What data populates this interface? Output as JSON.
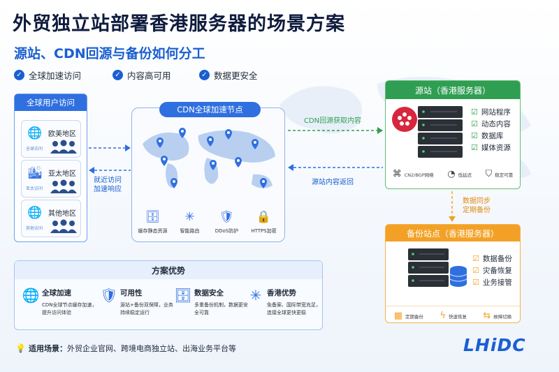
{
  "title": "外贸独立站部署香港服务器的场景方案",
  "subtitle": "源站、CDN回源与备份如何分工",
  "features": [
    "全球加速访问",
    "内容高可用",
    "数据更安全"
  ],
  "users": {
    "header": "全球用户访问",
    "regions": [
      {
        "name": "欧美地区",
        "icon": "globe-icon",
        "sub": "全球访问"
      },
      {
        "name": "亚太地区",
        "icon": "city-icon",
        "sub": "亚太访问"
      },
      {
        "name": "其他地区",
        "icon": "globe-icon",
        "sub": "其他访问"
      }
    ]
  },
  "arrows": {
    "nearest_access": "就近访问\n加速响应",
    "cdn_fetch": "CDN回源获取内容",
    "origin_return": "源站内容返回",
    "sync": "数据同步\n定期备份"
  },
  "cdn": {
    "header": "CDN全球加速节点",
    "icons": [
      {
        "label": "缓存静态资源",
        "icon": "database-icon"
      },
      {
        "label": "智能路由",
        "icon": "network-icon"
      },
      {
        "label": "DDoS防护",
        "icon": "shield-icon"
      },
      {
        "label": "HTTPS加密",
        "icon": "lock-icon"
      }
    ]
  },
  "origin": {
    "header": "源站（香港服务器）",
    "items": [
      "网站程序",
      "动态内容",
      "数据库",
      "媒体资源"
    ],
    "minis": [
      {
        "label": "CN2/BGP网络",
        "icon": "network-icon"
      },
      {
        "label": "低延迟",
        "icon": "speed-icon"
      },
      {
        "label": "稳定可靠",
        "icon": "shield-icon"
      }
    ]
  },
  "backup": {
    "header": "备份站点（香港服务器）",
    "items": [
      "数据备份",
      "灾备恢复",
      "业务接管"
    ],
    "minis": [
      {
        "label": "定期备份",
        "icon": "calendar-icon"
      },
      {
        "label": "快速恢复",
        "icon": "bolt-icon"
      },
      {
        "label": "故障切换",
        "icon": "swap-icon"
      }
    ]
  },
  "advantages": {
    "header": "方案优势",
    "items": [
      {
        "title": "全球加速",
        "desc": "CDN全球节点缓存加速，提升访问体验",
        "icon": "globe-icon"
      },
      {
        "title": "可用性",
        "desc": "源站+备份双保障，业务持续稳定运行",
        "icon": "shield-icon"
      },
      {
        "title": "数据安全",
        "desc": "多重备份机制，数据更安全可靠",
        "icon": "database-icon"
      },
      {
        "title": "香港优势",
        "desc": "免备案、国际带宽充足，连接全球更快更稳",
        "icon": "network-icon"
      }
    ]
  },
  "scene": {
    "label": "适用场景：",
    "text": "外贸企业官网、跨境电商独立站、出海业务平台等"
  },
  "logo": {
    "a": "LHi",
    "b": "DC"
  },
  "colors": {
    "blue": "#2f6fe0",
    "green": "#2f9e52",
    "orange": "#f3a126",
    "navy": "#0e1b3d"
  }
}
